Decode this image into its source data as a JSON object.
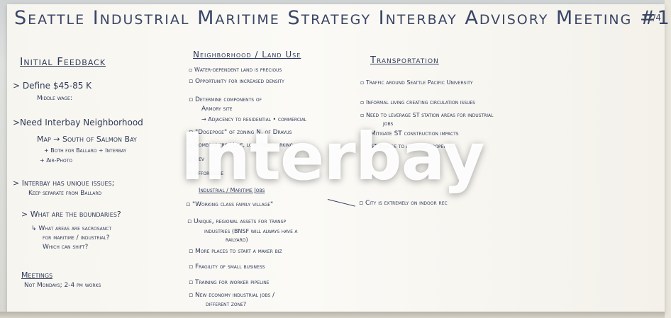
{
  "overlay": {
    "text": "Interbay"
  },
  "title": {
    "main": "Seattle Industrial Maritime Strategy Interbay Advisory Meeting #1",
    "date": "12/4"
  },
  "columns": {
    "initial_feedback": {
      "heading": "Initial Feedback",
      "lines": [
        "> Define    $45-85 K",
        "Middle wage:",
        ">Need Interbay Neighborhood",
        "Map → South of Salmon Bay",
        "+ Both for Ballard + Interbay",
        "+ Air-Photo",
        "> Interbay has unique issues;",
        "Keep separate from Ballard",
        "> What are the boundaries?",
        "↳ What areas are sacrosanct",
        "for maritime / industrial?",
        "Which can shift?"
      ],
      "meetings_heading": "Meetings",
      "meetings_text": "Not Mondays; 2-4 pm works"
    },
    "neighborhood": {
      "heading": "Neighborhood / Land Use",
      "lines": [
        "▫ Water-dependent land is precious",
        "▫ Opportunity for increased density",
        "▫ Determine components of",
        "Armory site",
        "→ Adjacency to residential • commercial",
        "▫ \"Dogepoge\" of zoning N. of Dravus",
        "▫ Homeowners / Live, long-term parking",
        "▫ Dev",
        "▫ Affordable",
        "Industrial / Maritime Jobs",
        "▫ \"Working class family village\"",
        "▫ Unique, regional assets for transp",
        "industries (BNSF will always have a",
        "railyard)",
        "▫ More places to start a maker biz",
        "▫ Fragility of small business",
        "▫ Training for worker pipeline",
        "▫ New economy industrial jobs /",
        "different zone?"
      ]
    },
    "transportation": {
      "heading": "Transportation",
      "lines": [
        "▫ Traffic around Seattle Pacific University",
        "▫ Informal living creating circulation issues",
        "▫ Need to leverage ST station areas for industrial",
        "jobs",
        "Mitigate ST construction impacts",
        "ST Bridge   to adjacent properties",
        "▫ City is extremely   on indoor rec"
      ]
    }
  }
}
